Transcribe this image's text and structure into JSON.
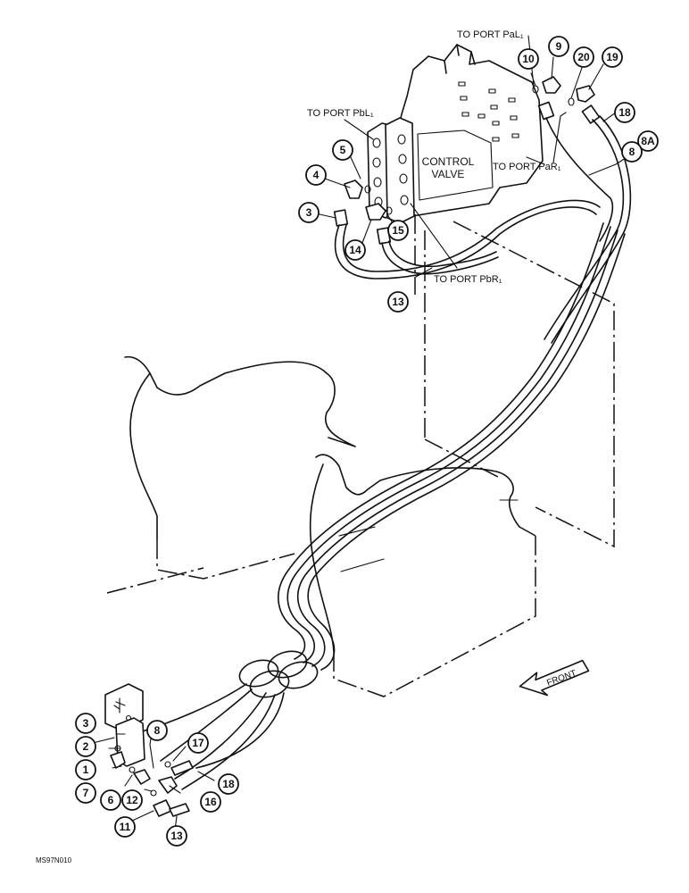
{
  "diagram": {
    "control_valve": {
      "line1": "CONTROL",
      "line2": "VALVE"
    },
    "port_labels": {
      "pal1": "TO PORT PaL₁",
      "pbl1": "TO PORT PbL₁",
      "par1": "TO PORT PaR₁",
      "pbr1": "TO PORT PbR₁"
    },
    "front_arrow": "FRONT",
    "drawing_code": "MS97N010",
    "callouts": {
      "c10": "10",
      "c9": "9",
      "c20": "20",
      "c19": "19",
      "c18a": "18",
      "c8a": "8A",
      "c8b": "8",
      "c5": "5",
      "c4": "4",
      "c3a": "3",
      "c14": "14",
      "c15": "15",
      "c13a": "13",
      "c3b": "3",
      "c2": "2",
      "c1": "1",
      "c7": "7",
      "c6": "6",
      "c8c": "8",
      "c17": "17",
      "c18b": "18",
      "c16": "16",
      "c12": "12",
      "c11": "11",
      "c13b": "13"
    }
  }
}
